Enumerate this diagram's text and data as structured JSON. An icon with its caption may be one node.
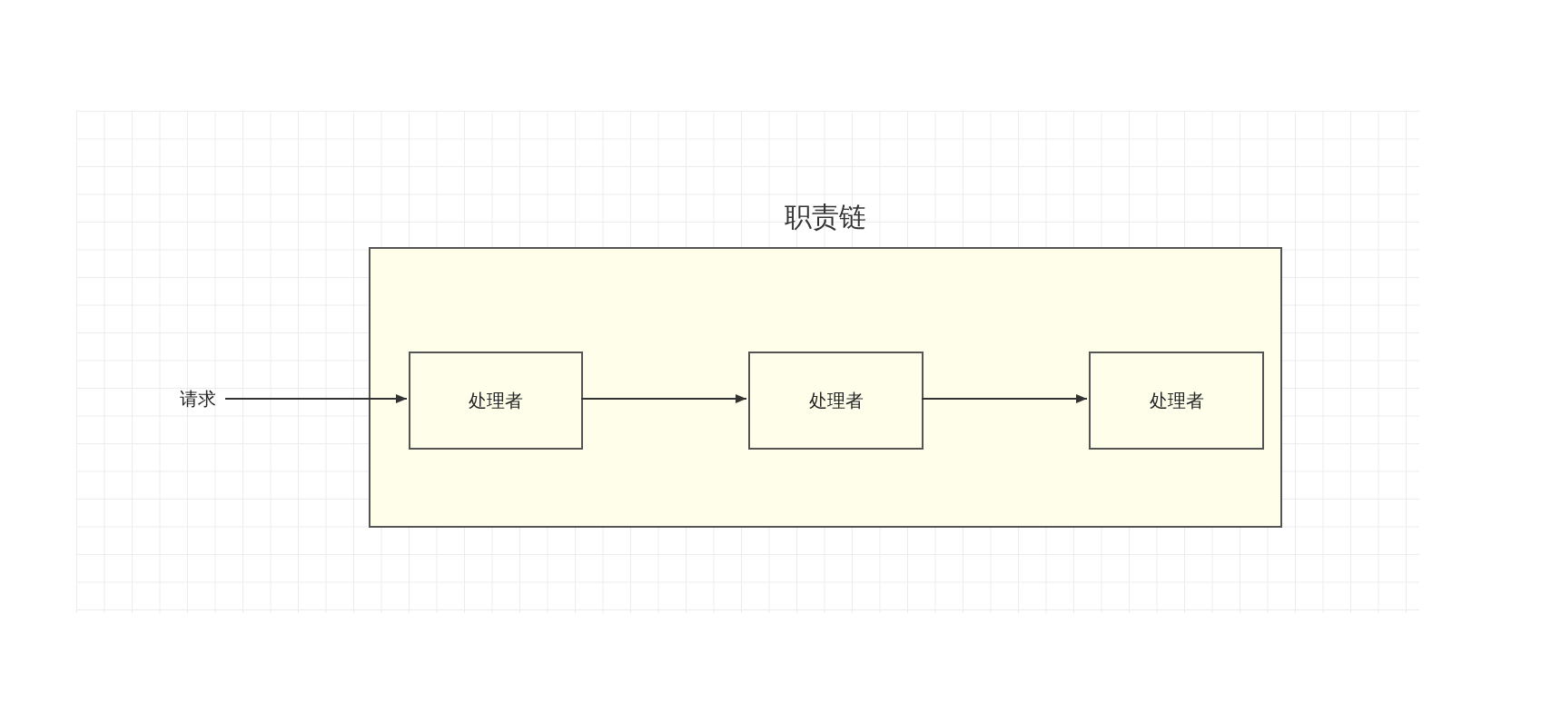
{
  "diagram": {
    "nodes": [
      {
        "text": [
          "职责链"
        ]
      },
      {
        "text": [
          "请求"
        ]
      },
      {
        "text": [
          "处理者"
        ],
        "in": 0
      },
      {
        "text": [
          "处理者"
        ],
        "in": 0
      },
      {
        "text": [
          "处理者"
        ],
        "in": 0
      }
    ],
    "edges": [
      {
        "from": 1,
        "to": 2,
        "arrow": "to"
      },
      {
        "from": 2,
        "to": 3,
        "arrow": "to"
      },
      {
        "from": 3,
        "to": 4,
        "arrow": "to"
      }
    ]
  }
}
